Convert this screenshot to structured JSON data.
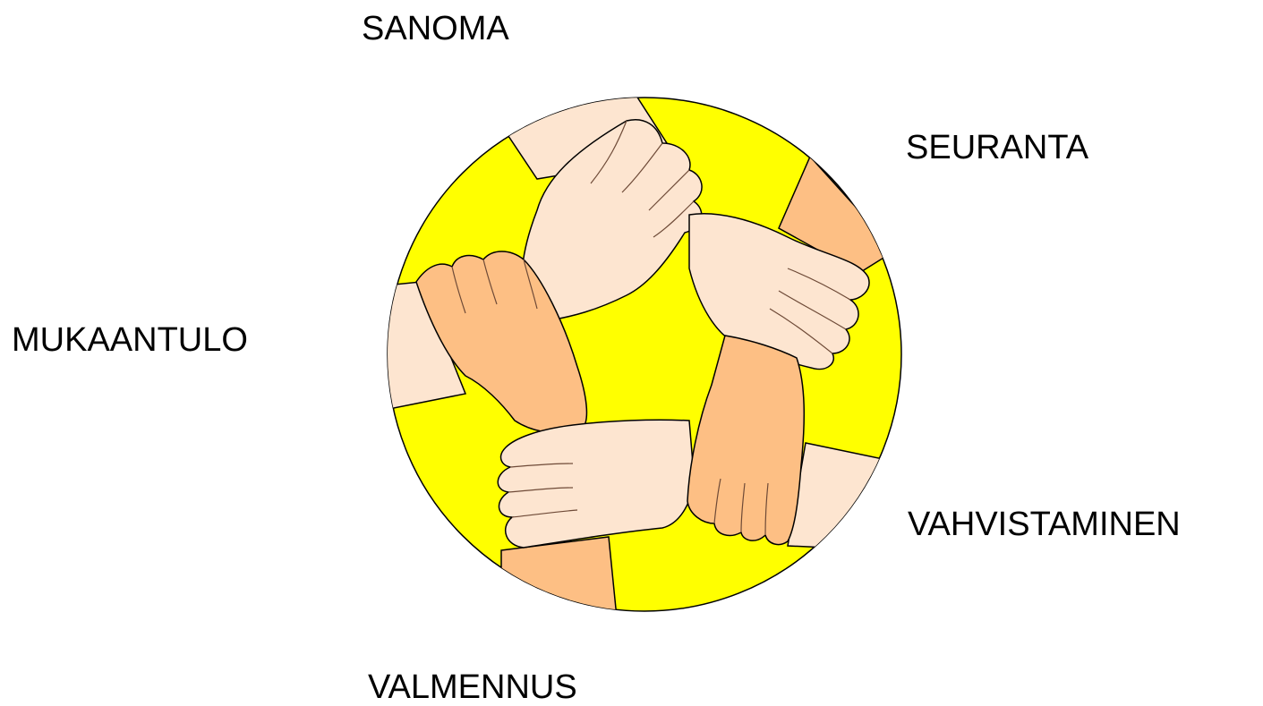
{
  "labels": {
    "sanoma": "SANOMA",
    "seuranta": "SEURANTA",
    "mukaantulo": "MUKAANTULO",
    "vahvistaminen": "VAHVISTAMINEN",
    "valmennus": "VALMENNUS"
  },
  "illustration": {
    "subject": "five hands gripping wrists in a circle",
    "colors": {
      "circle": "#ffff00",
      "skin_light": "#fde5d0",
      "skin_dark": "#fdbf84",
      "outline": "#000000",
      "nail_line": "#6e4a37"
    }
  }
}
